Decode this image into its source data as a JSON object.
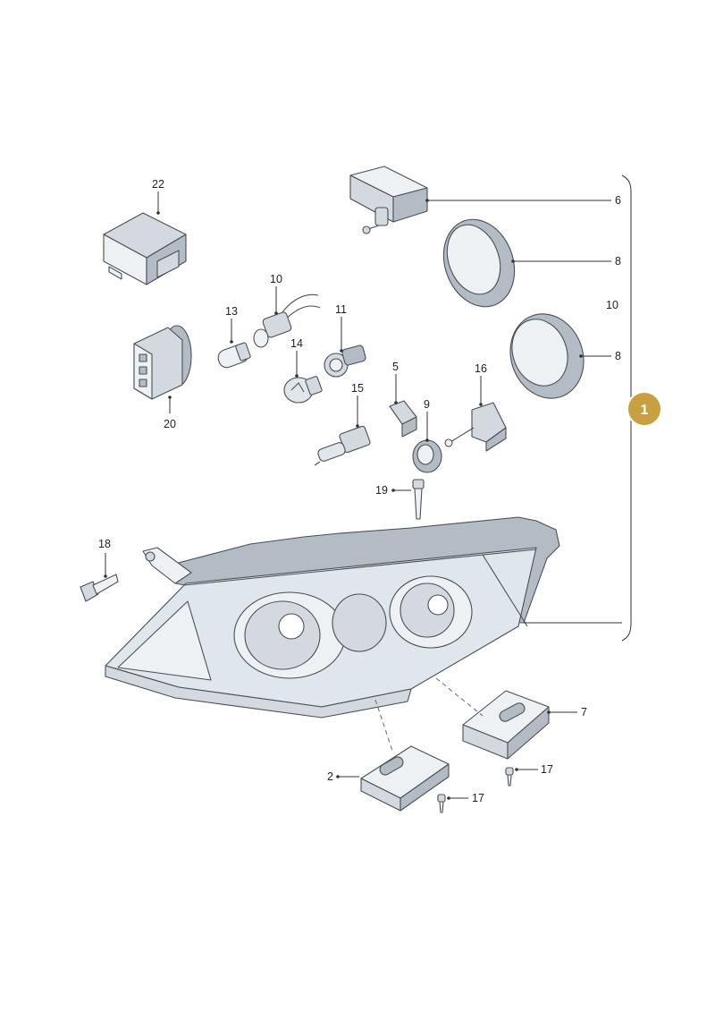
{
  "callouts": {
    "c22": "22",
    "c6": "6",
    "c8a": "8",
    "c10a": "10",
    "c10b": "10",
    "c11": "11",
    "c13": "13",
    "c14": "14",
    "c8b": "8",
    "c5": "5",
    "c16": "16",
    "c15": "15",
    "c20": "20",
    "c9": "9",
    "c19": "19",
    "c18": "18",
    "c7": "7",
    "c2": "2",
    "c17a": "17",
    "c17b": "17"
  },
  "badge": {
    "label": "1",
    "color": "#c9a040"
  }
}
